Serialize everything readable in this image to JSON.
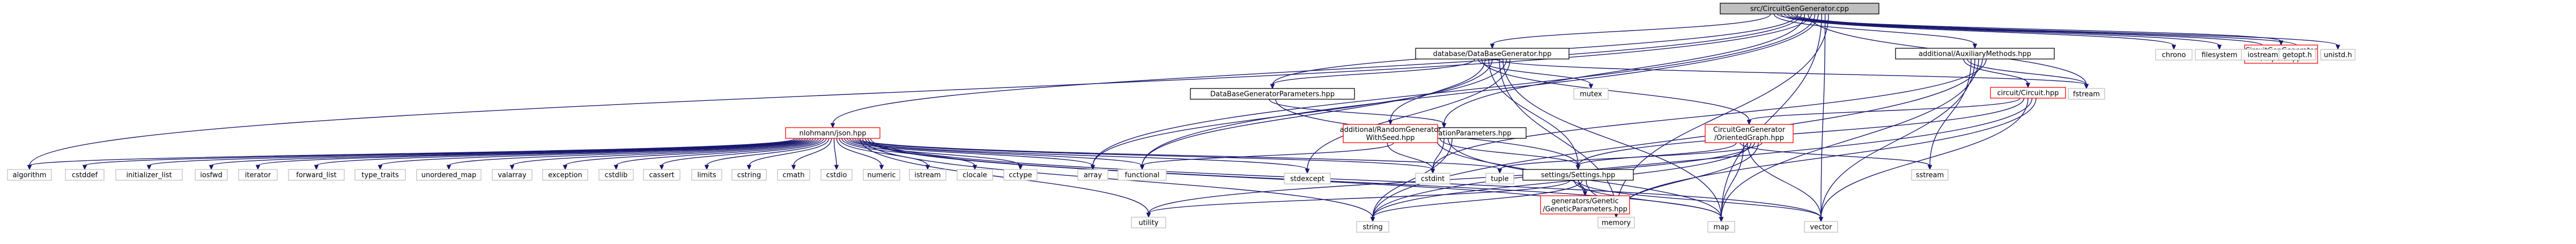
{
  "colors": {
    "edge": "#191970",
    "node_border_local": "#000000",
    "node_border_missing": "#ff0000",
    "node_border_system": "#bfbfbf",
    "node_fill": "#ffffff",
    "root_fill": "#bfbfbf"
  },
  "nodes": [
    {
      "id": "root",
      "lines": [
        "src/CircuitGenGenerator.cpp"
      ],
      "kind": "root"
    },
    {
      "id": "dbgen",
      "lines": [
        "database/DataBaseGenerator.hpp"
      ],
      "kind": "local"
    },
    {
      "id": "aux",
      "lines": [
        "additional/AuxiliaryMethods.hpp"
      ],
      "kind": "local"
    },
    {
      "id": "export",
      "lines": [
        "CircuitGenGenerator",
        "/export.hpp"
      ],
      "kind": "missing"
    },
    {
      "id": "chrono",
      "lines": [
        "chrono"
      ],
      "kind": "system"
    },
    {
      "id": "filesystem",
      "lines": [
        "filesystem"
      ],
      "kind": "system"
    },
    {
      "id": "iostream",
      "lines": [
        "iostream"
      ],
      "kind": "system"
    },
    {
      "id": "getopt",
      "lines": [
        "getopt.h"
      ],
      "kind": "system"
    },
    {
      "id": "unistd",
      "lines": [
        "unistd.h"
      ],
      "kind": "system"
    },
    {
      "id": "dbparams",
      "lines": [
        "DataBaseGeneratorParameters.hpp"
      ],
      "kind": "local"
    },
    {
      "id": "mutex",
      "lines": [
        "mutex"
      ],
      "kind": "system"
    },
    {
      "id": "circuit",
      "lines": [
        "circuit/Circuit.hpp"
      ],
      "kind": "missing"
    },
    {
      "id": "fstream",
      "lines": [
        "fstream"
      ],
      "kind": "system"
    },
    {
      "id": "json",
      "lines": [
        "nlohmann/json.hpp"
      ],
      "kind": "missing"
    },
    {
      "id": "genparams",
      "lines": [
        "generators/GenerationParameters.hpp"
      ],
      "kind": "local"
    },
    {
      "id": "orgraph",
      "lines": [
        "CircuitGenGenerator",
        "/OrientedGraph.hpp"
      ],
      "kind": "missing"
    },
    {
      "id": "randgen",
      "lines": [
        "additional/RandomGenerator",
        "WithSeed.hpp"
      ],
      "kind": "missing"
    },
    {
      "id": "settings",
      "lines": [
        "settings/Settings.hpp"
      ],
      "kind": "local"
    },
    {
      "id": "geneticparams",
      "lines": [
        "generators/Genetic",
        "/GeneticParameters.hpp"
      ],
      "kind": "missing"
    },
    {
      "id": "sstream",
      "lines": [
        "sstream"
      ],
      "kind": "system"
    },
    {
      "id": "algorithm",
      "lines": [
        "algorithm"
      ],
      "kind": "system"
    },
    {
      "id": "cstddef",
      "lines": [
        "cstddef"
      ],
      "kind": "system"
    },
    {
      "id": "initializer_list",
      "lines": [
        "initializer_list"
      ],
      "kind": "system"
    },
    {
      "id": "iosfwd",
      "lines": [
        "iosfwd"
      ],
      "kind": "system"
    },
    {
      "id": "iterator",
      "lines": [
        "iterator"
      ],
      "kind": "system"
    },
    {
      "id": "forward_list",
      "lines": [
        "forward_list"
      ],
      "kind": "system"
    },
    {
      "id": "type_traits",
      "lines": [
        "type_traits"
      ],
      "kind": "system"
    },
    {
      "id": "unordered_map",
      "lines": [
        "unordered_map"
      ],
      "kind": "system"
    },
    {
      "id": "valarray",
      "lines": [
        "valarray"
      ],
      "kind": "system"
    },
    {
      "id": "exception",
      "lines": [
        "exception"
      ],
      "kind": "system"
    },
    {
      "id": "cstdlib",
      "lines": [
        "cstdlib"
      ],
      "kind": "system"
    },
    {
      "id": "cassert",
      "lines": [
        "cassert"
      ],
      "kind": "system"
    },
    {
      "id": "limits",
      "lines": [
        "limits"
      ],
      "kind": "system"
    },
    {
      "id": "cstring",
      "lines": [
        "cstring"
      ],
      "kind": "system"
    },
    {
      "id": "cmath",
      "lines": [
        "cmath"
      ],
      "kind": "system"
    },
    {
      "id": "cstdio",
      "lines": [
        "cstdio"
      ],
      "kind": "system"
    },
    {
      "id": "numeric",
      "lines": [
        "numeric"
      ],
      "kind": "system"
    },
    {
      "id": "istream",
      "lines": [
        "istream"
      ],
      "kind": "system"
    },
    {
      "id": "clocale",
      "lines": [
        "clocale"
      ],
      "kind": "system"
    },
    {
      "id": "cctype",
      "lines": [
        "cctype"
      ],
      "kind": "system"
    },
    {
      "id": "array",
      "lines": [
        "array"
      ],
      "kind": "system"
    },
    {
      "id": "functional",
      "lines": [
        "functional"
      ],
      "kind": "system"
    },
    {
      "id": "stdexcept",
      "lines": [
        "stdexcept"
      ],
      "kind": "system"
    },
    {
      "id": "cstdint",
      "lines": [
        "cstdint"
      ],
      "kind": "system"
    },
    {
      "id": "tuple",
      "lines": [
        "tuple"
      ],
      "kind": "system"
    },
    {
      "id": "utility",
      "lines": [
        "utility"
      ],
      "kind": "system"
    },
    {
      "id": "string",
      "lines": [
        "string"
      ],
      "kind": "system"
    },
    {
      "id": "memory",
      "lines": [
        "memory"
      ],
      "kind": "system"
    },
    {
      "id": "map",
      "lines": [
        "map"
      ],
      "kind": "system"
    },
    {
      "id": "vector",
      "lines": [
        "vector"
      ],
      "kind": "system"
    }
  ],
  "edges": [
    [
      "root",
      "dbgen"
    ],
    [
      "root",
      "aux"
    ],
    [
      "root",
      "export"
    ],
    [
      "root",
      "chrono"
    ],
    [
      "root",
      "filesystem"
    ],
    [
      "root",
      "iostream"
    ],
    [
      "root",
      "getopt"
    ],
    [
      "root",
      "unistd"
    ],
    [
      "root",
      "dbparams"
    ],
    [
      "root",
      "json"
    ],
    [
      "root",
      "genparams"
    ],
    [
      "root",
      "fstream"
    ],
    [
      "root",
      "algorithm"
    ],
    [
      "root",
      "array"
    ],
    [
      "root",
      "functional"
    ],
    [
      "root",
      "map"
    ],
    [
      "root",
      "vector"
    ],
    [
      "root",
      "memory"
    ],
    [
      "dbgen",
      "dbparams"
    ],
    [
      "dbgen",
      "mutex"
    ],
    [
      "dbgen",
      "orgraph"
    ],
    [
      "dbgen",
      "randgen"
    ],
    [
      "dbgen",
      "settings"
    ],
    [
      "dbgen",
      "functional"
    ],
    [
      "dbgen",
      "fstream"
    ],
    [
      "dbgen",
      "memory"
    ],
    [
      "dbgen",
      "map"
    ],
    [
      "dbgen",
      "array"
    ],
    [
      "dbgen",
      "stdexcept"
    ],
    [
      "aux",
      "circuit"
    ],
    [
      "aux",
      "fstream"
    ],
    [
      "aux",
      "sstream"
    ],
    [
      "aux",
      "vector"
    ],
    [
      "aux",
      "map"
    ],
    [
      "aux",
      "string"
    ],
    [
      "aux",
      "cstdint"
    ],
    [
      "circuit",
      "orgraph"
    ],
    [
      "circuit",
      "settings"
    ],
    [
      "circuit",
      "vector"
    ],
    [
      "circuit",
      "string"
    ],
    [
      "circuit",
      "memory"
    ],
    [
      "dbparams",
      "genparams"
    ],
    [
      "dbparams",
      "settings"
    ],
    [
      "genparams",
      "geneticparams"
    ],
    [
      "genparams",
      "settings"
    ],
    [
      "genparams",
      "cstdint"
    ],
    [
      "genparams",
      "map"
    ],
    [
      "genparams",
      "string"
    ],
    [
      "orgraph",
      "settings"
    ],
    [
      "orgraph",
      "sstream"
    ],
    [
      "orgraph",
      "map"
    ],
    [
      "orgraph",
      "vector"
    ],
    [
      "orgraph",
      "string"
    ],
    [
      "orgraph",
      "utility"
    ],
    [
      "orgraph",
      "memory"
    ],
    [
      "orgraph",
      "tuple"
    ],
    [
      "randgen",
      "cstdint"
    ],
    [
      "randgen",
      "functional"
    ],
    [
      "settings",
      "utility"
    ],
    [
      "settings",
      "map"
    ],
    [
      "settings",
      "vector"
    ],
    [
      "settings",
      "string"
    ],
    [
      "settings",
      "memory"
    ],
    [
      "geneticparams",
      "settings"
    ],
    [
      "json",
      "algorithm"
    ],
    [
      "json",
      "cstddef"
    ],
    [
      "json",
      "initializer_list"
    ],
    [
      "json",
      "iosfwd"
    ],
    [
      "json",
      "iterator"
    ],
    [
      "json",
      "forward_list"
    ],
    [
      "json",
      "type_traits"
    ],
    [
      "json",
      "unordered_map"
    ],
    [
      "json",
      "valarray"
    ],
    [
      "json",
      "exception"
    ],
    [
      "json",
      "cstdlib"
    ],
    [
      "json",
      "cassert"
    ],
    [
      "json",
      "limits"
    ],
    [
      "json",
      "cstring"
    ],
    [
      "json",
      "cmath"
    ],
    [
      "json",
      "cstdio"
    ],
    [
      "json",
      "numeric"
    ],
    [
      "json",
      "istream"
    ],
    [
      "json",
      "clocale"
    ],
    [
      "json",
      "cctype"
    ],
    [
      "json",
      "array"
    ],
    [
      "json",
      "functional"
    ],
    [
      "json",
      "stdexcept"
    ],
    [
      "json",
      "cstdint"
    ],
    [
      "json",
      "tuple"
    ],
    [
      "json",
      "utility"
    ],
    [
      "json",
      "string"
    ],
    [
      "json",
      "memory"
    ],
    [
      "json",
      "map"
    ],
    [
      "json",
      "vector"
    ]
  ]
}
